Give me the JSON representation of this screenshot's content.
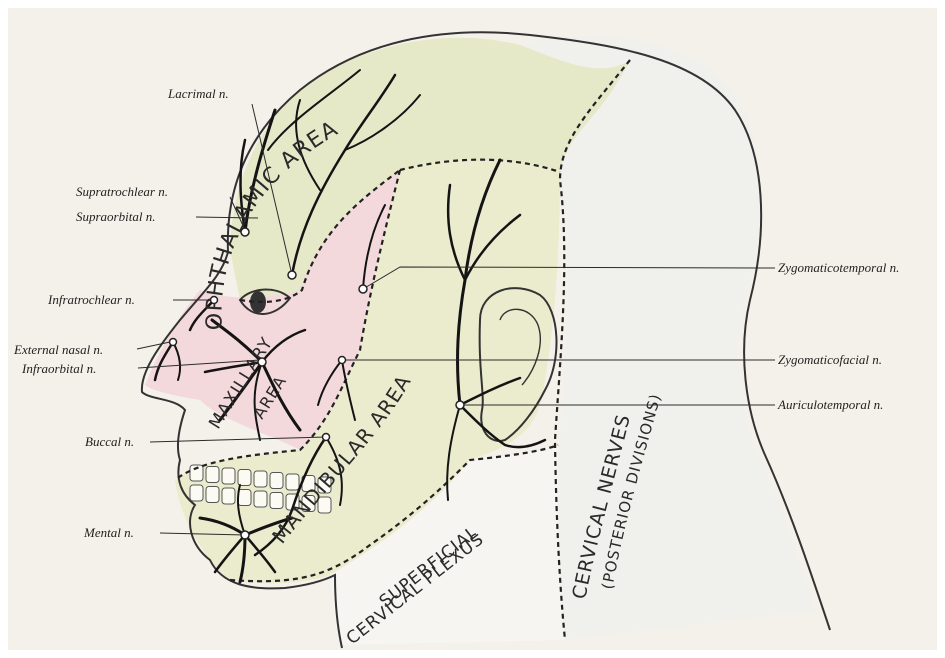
{
  "colors": {
    "background": "#f4f1ea",
    "ophthalmic_area": "#e6e9c8",
    "maxillary_area": "#f4d9dc",
    "mandibular_area": "#eaeccd",
    "cervical_area": "#f0f0ec",
    "superficial_plexus": "#f6f5f2",
    "nerve": "#141414"
  },
  "labels": {
    "lacrimal": "Lacrimal n.",
    "supratrochlear": "Supratrochlear n.",
    "supraorbital": "Supraorbital n.",
    "infratrochlear": "Infratrochlear n.",
    "external_nasal": "External nasal n.",
    "infraorbital": "Infraorbital n.",
    "buccal": "Buccal n.",
    "mental": "Mental n.",
    "zygomaticotemporal": "Zygomaticotemporal n.",
    "zygomaticofacial": "Zygomaticofacial n.",
    "auriculotemporal": "Auriculotemporal n."
  },
  "areas": {
    "ophthalmic": "OPHTHALAMIC AREA",
    "maxillary_line1": "MAXILLARY",
    "maxillary_line2": "AREA",
    "mandibular": "MANDIBULAR AREA",
    "superficial_line1": "SUPERFICIAL",
    "superficial_line2": "CERVICAL PLEXUS",
    "cervical_line1": "CERVICAL NERVES",
    "cervical_line2": "(POSTERIOR DIVISIONS)"
  }
}
